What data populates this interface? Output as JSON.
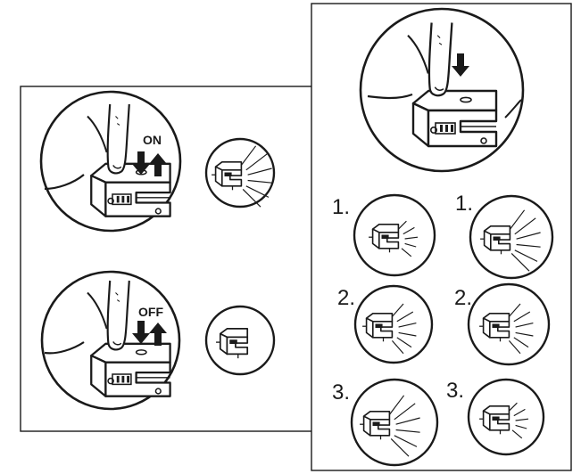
{
  "left_panel": {
    "on_label": "ON",
    "off_label": "OFF"
  },
  "right_panel": {
    "steps": [
      {
        "label": "1.",
        "rays_left": "short",
        "rays_right": "long"
      },
      {
        "label": "2.",
        "rays_left": "short",
        "rays_right": "medium"
      },
      {
        "label": "3.",
        "rays_left": "long",
        "rays_right": "short"
      }
    ]
  },
  "colors": {
    "line": "#1a1a1a",
    "background": "#ffffff"
  }
}
